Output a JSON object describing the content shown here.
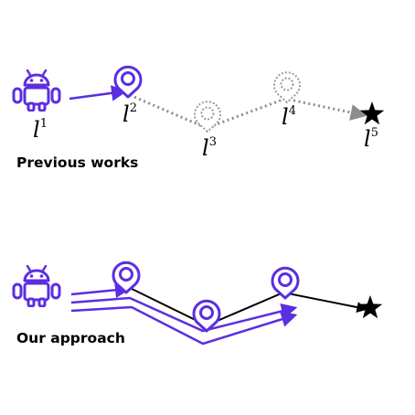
{
  "colors": {
    "accent": "#5b2ee0",
    "faded_pin": "#9a9a9a",
    "dotted_path": "#8c8c8c",
    "path": "#000000",
    "goal": "#000000"
  },
  "icons": {
    "robot": "android-robot-icon",
    "landmark": "map-pin-icon",
    "goal": "star-icon"
  },
  "top_panel": {
    "caption": "Previous works",
    "landmarks": [
      {
        "base": "l",
        "sup": "1"
      },
      {
        "base": "l",
        "sup": "2"
      },
      {
        "base": "l",
        "sup": "3"
      },
      {
        "base": "l",
        "sup": "4"
      },
      {
        "base": "l",
        "sup": "5"
      }
    ]
  },
  "bottom_panel": {
    "caption": "Our approach"
  }
}
